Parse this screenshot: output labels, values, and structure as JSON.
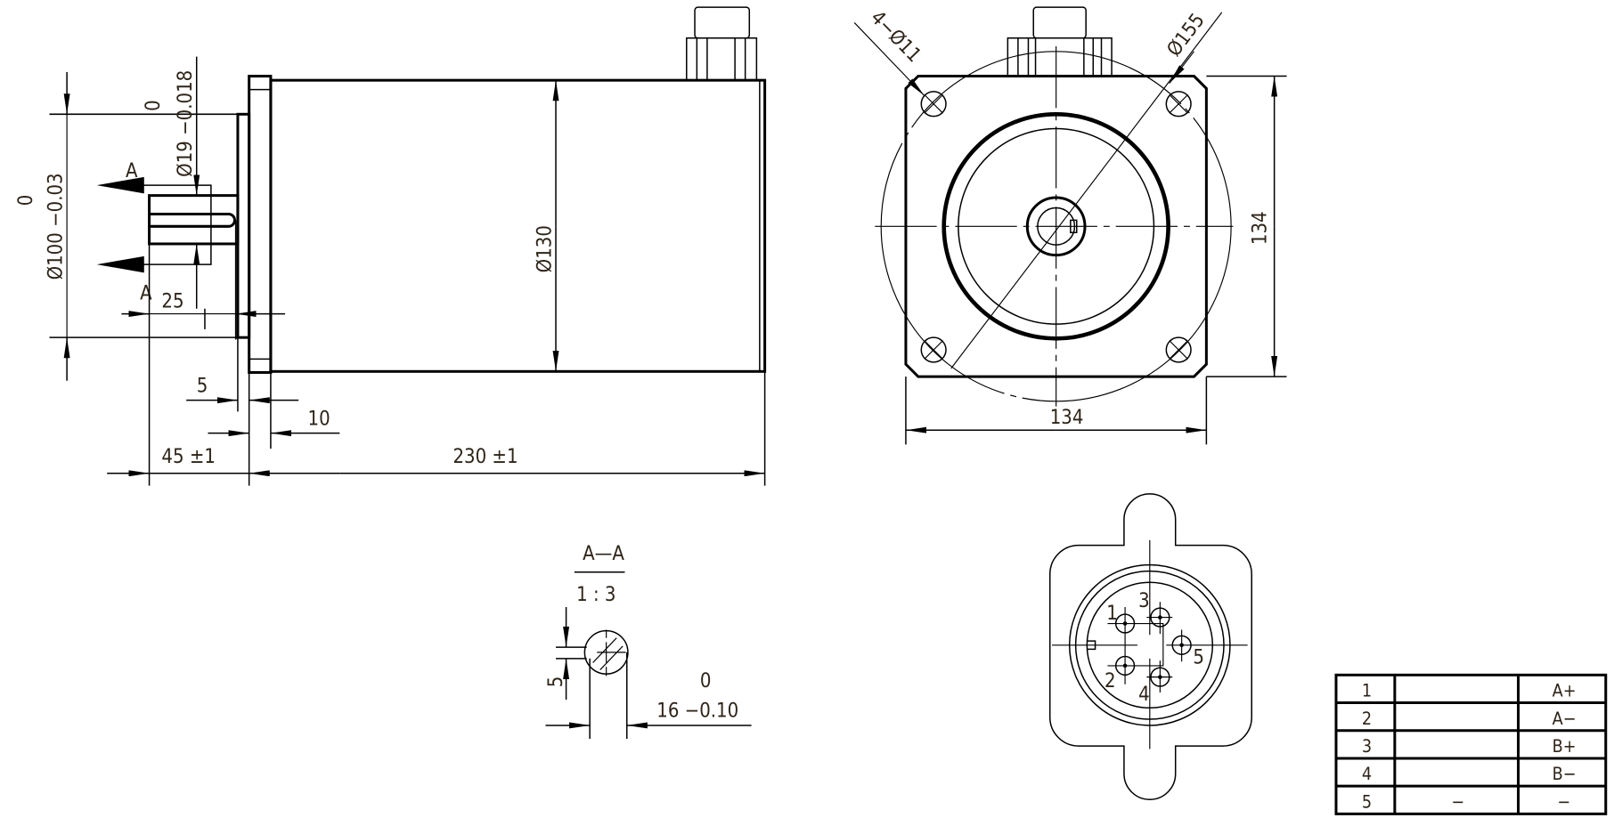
{
  "side_view": {
    "dia_flange_pilot": "Ø100 −0.03",
    "dia_flange_pilot_upper": "0",
    "dia_shaft": "Ø19 −0.018",
    "dia_shaft_upper": "0",
    "section_label_top": "A",
    "section_label_bottom": "A",
    "key_length": "25",
    "pilot_thickness": "5",
    "flange_thickness": "10",
    "shaft_length": "45 ±1",
    "body_length": "230 ±1",
    "dia_body": "Ø130"
  },
  "front_view": {
    "holes": "4−Ø11",
    "bolt_circle": "Ø155",
    "height": "134",
    "width": "134"
  },
  "section_view": {
    "title": "A—A",
    "scale": "1 : 3",
    "key_depth": "5",
    "flat_dim": "16 −0.10",
    "flat_dim_upper": "0"
  },
  "connector": {
    "pins": [
      "1",
      "2",
      "3",
      "4",
      "5"
    ]
  },
  "pin_table": {
    "rows": [
      {
        "pin": "1",
        "mid": "",
        "signal": "A+"
      },
      {
        "pin": "2",
        "mid": "",
        "signal": "A−"
      },
      {
        "pin": "3",
        "mid": "",
        "signal": "B+"
      },
      {
        "pin": "4",
        "mid": "",
        "signal": "B−"
      },
      {
        "pin": "5",
        "mid": "−",
        "signal": "−"
      }
    ]
  }
}
